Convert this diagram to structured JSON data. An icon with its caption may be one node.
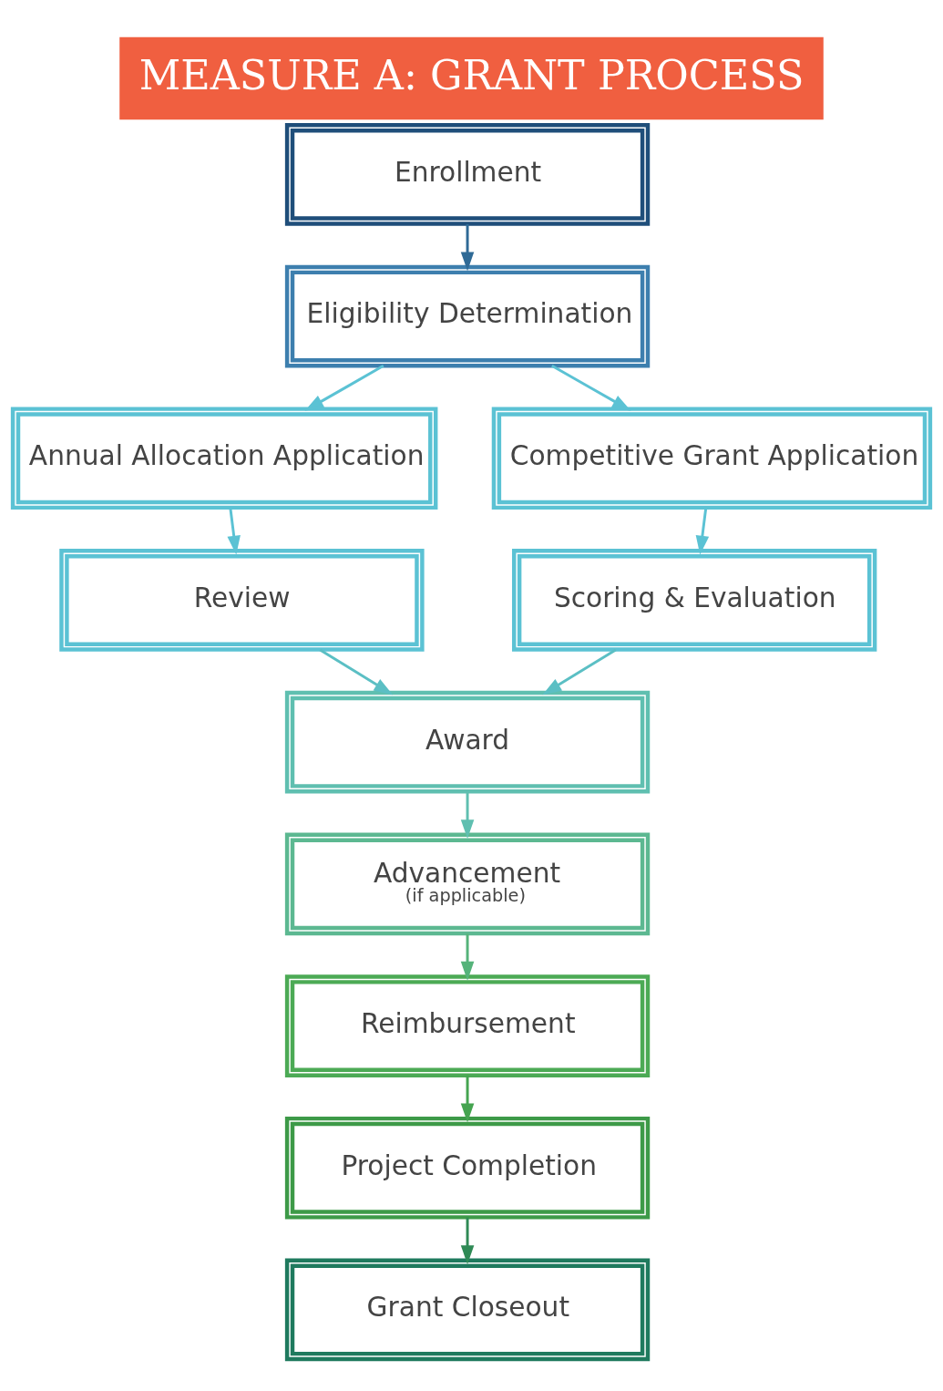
{
  "diagram": {
    "title": "MEASURE A: GRANT PROCESS",
    "nodes": [
      {
        "text": [
          "Enrollment"
        ]
      },
      {
        "text": [
          "Eligibility Determination"
        ]
      },
      {
        "text": [
          "Annual Allocation Application"
        ]
      },
      {
        "text": [
          "Competitive Grant Application"
        ]
      },
      {
        "text": [
          "Review"
        ]
      },
      {
        "text": [
          "Scoring & Evaluation"
        ]
      },
      {
        "text": [
          "Award"
        ]
      },
      {
        "text": [
          "Advancement",
          "(if applicable)"
        ]
      },
      {
        "text": [
          "Reimbursement"
        ]
      },
      {
        "text": [
          "Project Completion"
        ]
      },
      {
        "text": [
          "Grant Closeout"
        ]
      }
    ],
    "edges": [
      {
        "from": 0,
        "to": 1,
        "arrow": "to",
        "color": "#2f6a96"
      },
      {
        "from": 1,
        "to": 2,
        "arrow": "to",
        "color": "#5bc2d4"
      },
      {
        "from": 1,
        "to": 3,
        "arrow": "to",
        "color": "#5bc2d4"
      },
      {
        "from": 2,
        "to": 4,
        "arrow": "to",
        "color": "#5bc2d4"
      },
      {
        "from": 3,
        "to": 5,
        "arrow": "to",
        "color": "#5bc2d4"
      },
      {
        "from": 4,
        "to": 6,
        "arrow": "to",
        "color": "#5bbfc4"
      },
      {
        "from": 5,
        "to": 6,
        "arrow": "to",
        "color": "#5bbfc4"
      },
      {
        "from": 6,
        "to": 7,
        "arrow": "to",
        "color": "#5fbfb0"
      },
      {
        "from": 7,
        "to": 8,
        "arrow": "to",
        "color": "#55b37a"
      },
      {
        "from": 8,
        "to": 9,
        "arrow": "to",
        "color": "#45a450"
      },
      {
        "from": 9,
        "to": 10,
        "arrow": "to",
        "color": "#2f8a55"
      }
    ]
  }
}
